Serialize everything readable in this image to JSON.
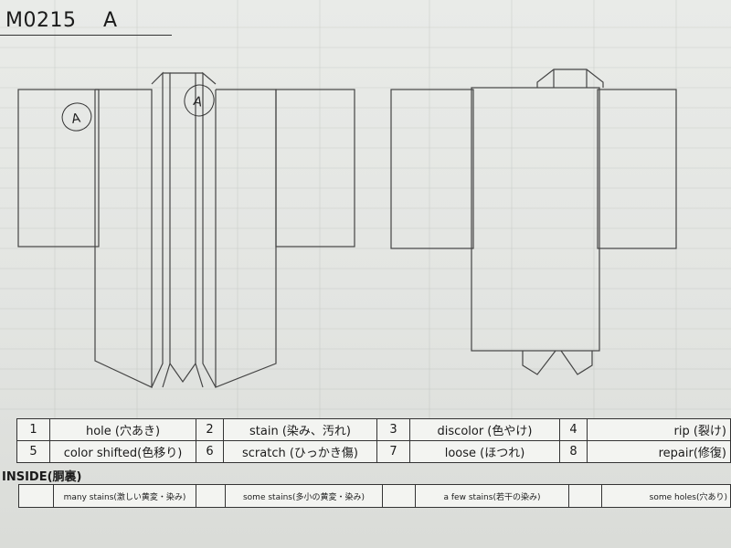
{
  "form": {
    "id": "M0215",
    "variant": "A"
  },
  "annotations": {
    "front_left": "A",
    "front_right": "A"
  },
  "damage_legend": [
    {
      "num": "1",
      "label": "hole (穴あき)"
    },
    {
      "num": "2",
      "label": "stain (染み、汚れ)"
    },
    {
      "num": "3",
      "label": "discolor (色やけ)"
    },
    {
      "num": "4",
      "label": "rip (裂け)"
    },
    {
      "num": "5",
      "label": "color shifted(色移り)"
    },
    {
      "num": "6",
      "label": "scratch (ひっかき傷)"
    },
    {
      "num": "7",
      "label": "loose (ほつれ)"
    },
    {
      "num": "8",
      "label": "repair(修復)"
    }
  ],
  "inside": {
    "heading": "INSIDE(胴裏)",
    "options": [
      {
        "label": "many stains(激しい黄変・染み)"
      },
      {
        "label": "some stains(多小の黄変・染み)"
      },
      {
        "label": "a few stains(若干の染み)"
      },
      {
        "label": "some holes(穴あり)"
      }
    ]
  }
}
